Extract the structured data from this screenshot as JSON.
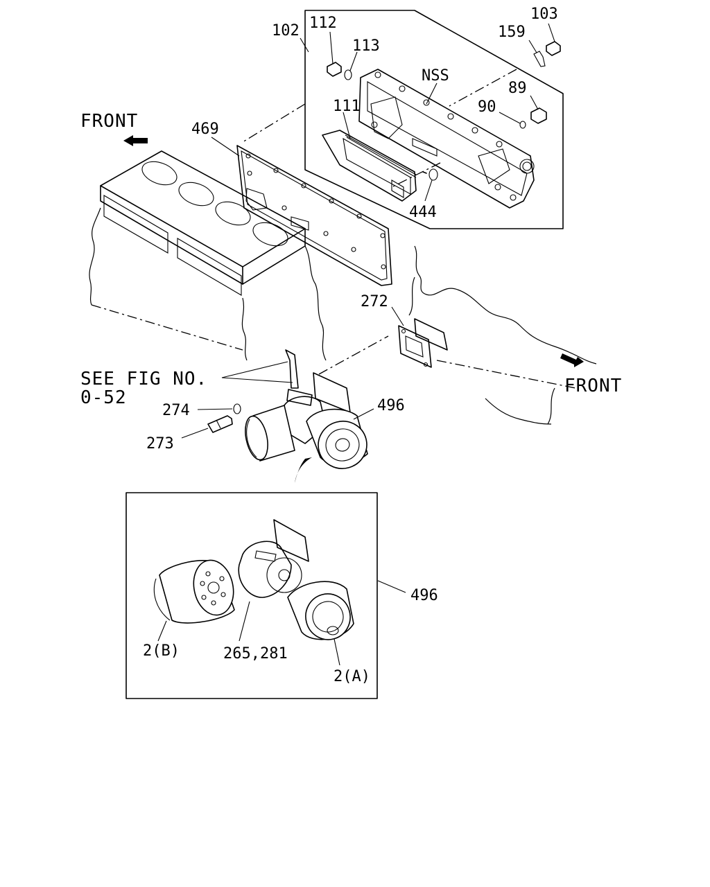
{
  "labels": {
    "p102": "102",
    "p112": "112",
    "p113": "113",
    "p103": "103",
    "p159": "159",
    "nss": "NSS",
    "p89": "89",
    "p90": "90",
    "p111": "111",
    "p469": "469",
    "p444": "444",
    "p272": "272",
    "p274": "274",
    "p273": "273",
    "p496_top": "496",
    "p496_detail": "496",
    "p2b": "2(B)",
    "p265_281": "265,281",
    "p2a": "2(A)"
  },
  "front_top": "FRONT",
  "front_right": "FRONT",
  "see_fig_line1": "SEE FIG NO.",
  "see_fig_line2": "0-52",
  "colors": {
    "line": "#000000",
    "background": "#ffffff"
  }
}
